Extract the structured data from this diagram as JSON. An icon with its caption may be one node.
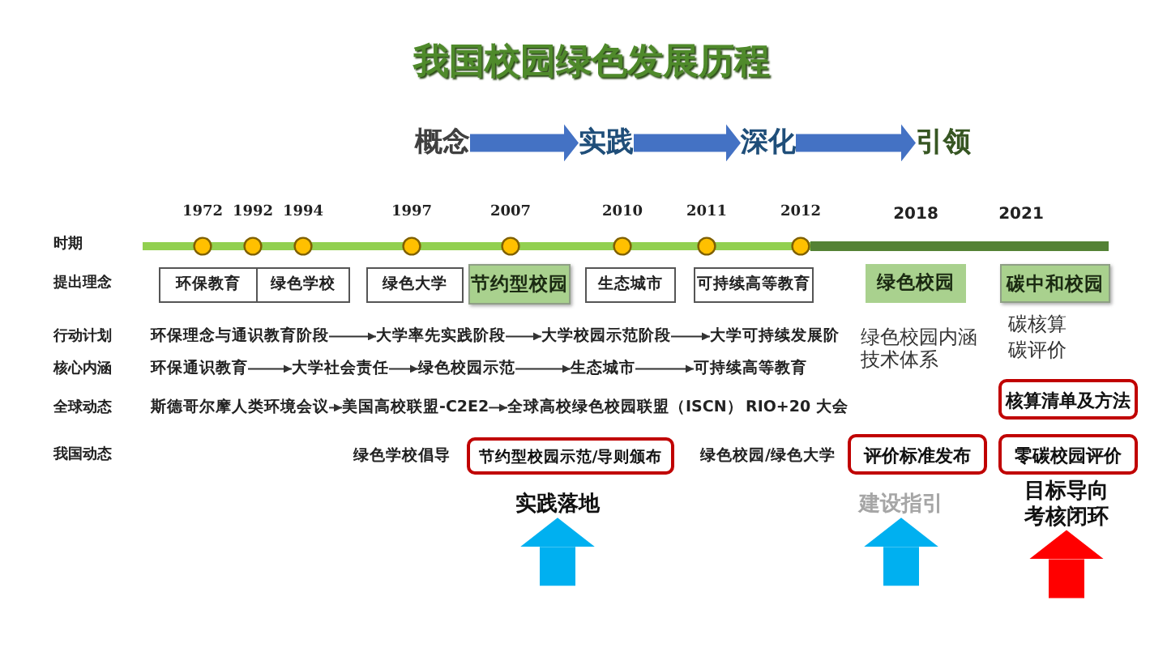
{
  "diagram": {
    "title": "我国校园绿色发展历程",
    "nodes": [
      {
        "text": [
          "概念"
        ]
      },
      {
        "text": [
          "实践"
        ]
      },
      {
        "text": [
          "深化"
        ]
      },
      {
        "text": [
          "引领"
        ]
      },
      {
        "text": [
          "环保教育"
        ]
      },
      {
        "text": [
          "绿色学校"
        ]
      },
      {
        "text": [
          "绿色大学"
        ]
      },
      {
        "text": [
          "节约型校园"
        ]
      },
      {
        "text": [
          "生态城市"
        ]
      },
      {
        "text": [
          "可持续高等教育"
        ]
      },
      {
        "text": [
          "绿色校园"
        ]
      },
      {
        "text": [
          "碳中和校园"
        ]
      },
      {
        "text": [
          "环保理念与通识教育阶段"
        ]
      },
      {
        "text": [
          "大学率先实践阶段"
        ]
      },
      {
        "text": [
          "大学校园示范阶段"
        ]
      },
      {
        "text": [
          "大学可持续发展阶"
        ]
      },
      {
        "text": [
          "环保通识教育"
        ]
      },
      {
        "text": [
          "大学社会责任"
        ]
      },
      {
        "text": [
          "绿色校园示范"
        ]
      },
      {
        "text": [
          "生态城市"
        ]
      },
      {
        "text": [
          "可持续高等教育"
        ]
      },
      {
        "text": [
          "斯德哥尔摩人类环境会议"
        ]
      },
      {
        "text": [
          "美国高校联盟-C2E2"
        ]
      },
      {
        "text": [
          "全球高校绿色校园联盟（ISCN）"
        ]
      },
      {
        "text": [
          "核算清单及方法"
        ]
      },
      {
        "text": [
          "节约型校园示范/导则颁布"
        ]
      },
      {
        "text": [
          "评价标准发布"
        ]
      },
      {
        "text": [
          "零碳校园评价"
        ]
      },
      {
        "text": [
          "实践落地"
        ]
      },
      {
        "text": [
          "建设指引"
        ]
      },
      {
        "text": [
          "目标导向考核闭环"
        ]
      }
    ],
    "edges": [
      {
        "from": 0,
        "to": 1,
        "arrow": "to",
        "style": "thick",
        "color": "#4472c4"
      },
      {
        "from": 1,
        "to": 2,
        "arrow": "to",
        "style": "thick",
        "color": "#4472c4"
      },
      {
        "from": 2,
        "to": 3,
        "arrow": "to",
        "style": "thick",
        "color": "#4472c4"
      },
      {
        "from": 12,
        "to": 13,
        "arrow": "to"
      },
      {
        "from": 13,
        "to": 14,
        "arrow": "to"
      },
      {
        "from": 14,
        "to": 15,
        "arrow": "to"
      },
      {
        "from": 16,
        "to": 17,
        "arrow": "to"
      },
      {
        "from": 17,
        "to": 18,
        "arrow": "to"
      },
      {
        "from": 18,
        "to": 19,
        "arrow": "to"
      },
      {
        "from": 19,
        "to": 20,
        "arrow": "to"
      },
      {
        "from": 21,
        "to": 22,
        "arrow": "to"
      },
      {
        "from": 22,
        "to": 23,
        "arrow": "to"
      },
      {
        "from": null,
        "to": 28,
        "arrow": "to",
        "style": "thick",
        "color": "#00b0f0"
      },
      {
        "from": null,
        "to": 29,
        "arrow": "to",
        "style": "thick",
        "color": "#00b0f0"
      },
      {
        "from": null,
        "to": 30,
        "arrow": "to",
        "style": "thick",
        "color": "#ff0000"
      }
    ],
    "labels": [
      "1972",
      "1992",
      "1994",
      "1997",
      "2007",
      "2010",
      "2011",
      "2012",
      "2018",
      "2021",
      "时期",
      "提出理念",
      "行动计划",
      "绿色校园内涵技术体系",
      "碳核算",
      "核心内涵",
      "碳评价",
      "全球动态",
      "RIO+20 大会",
      "我国动态",
      "绿色学校倡导",
      "绿色校园/绿色大学"
    ]
  }
}
